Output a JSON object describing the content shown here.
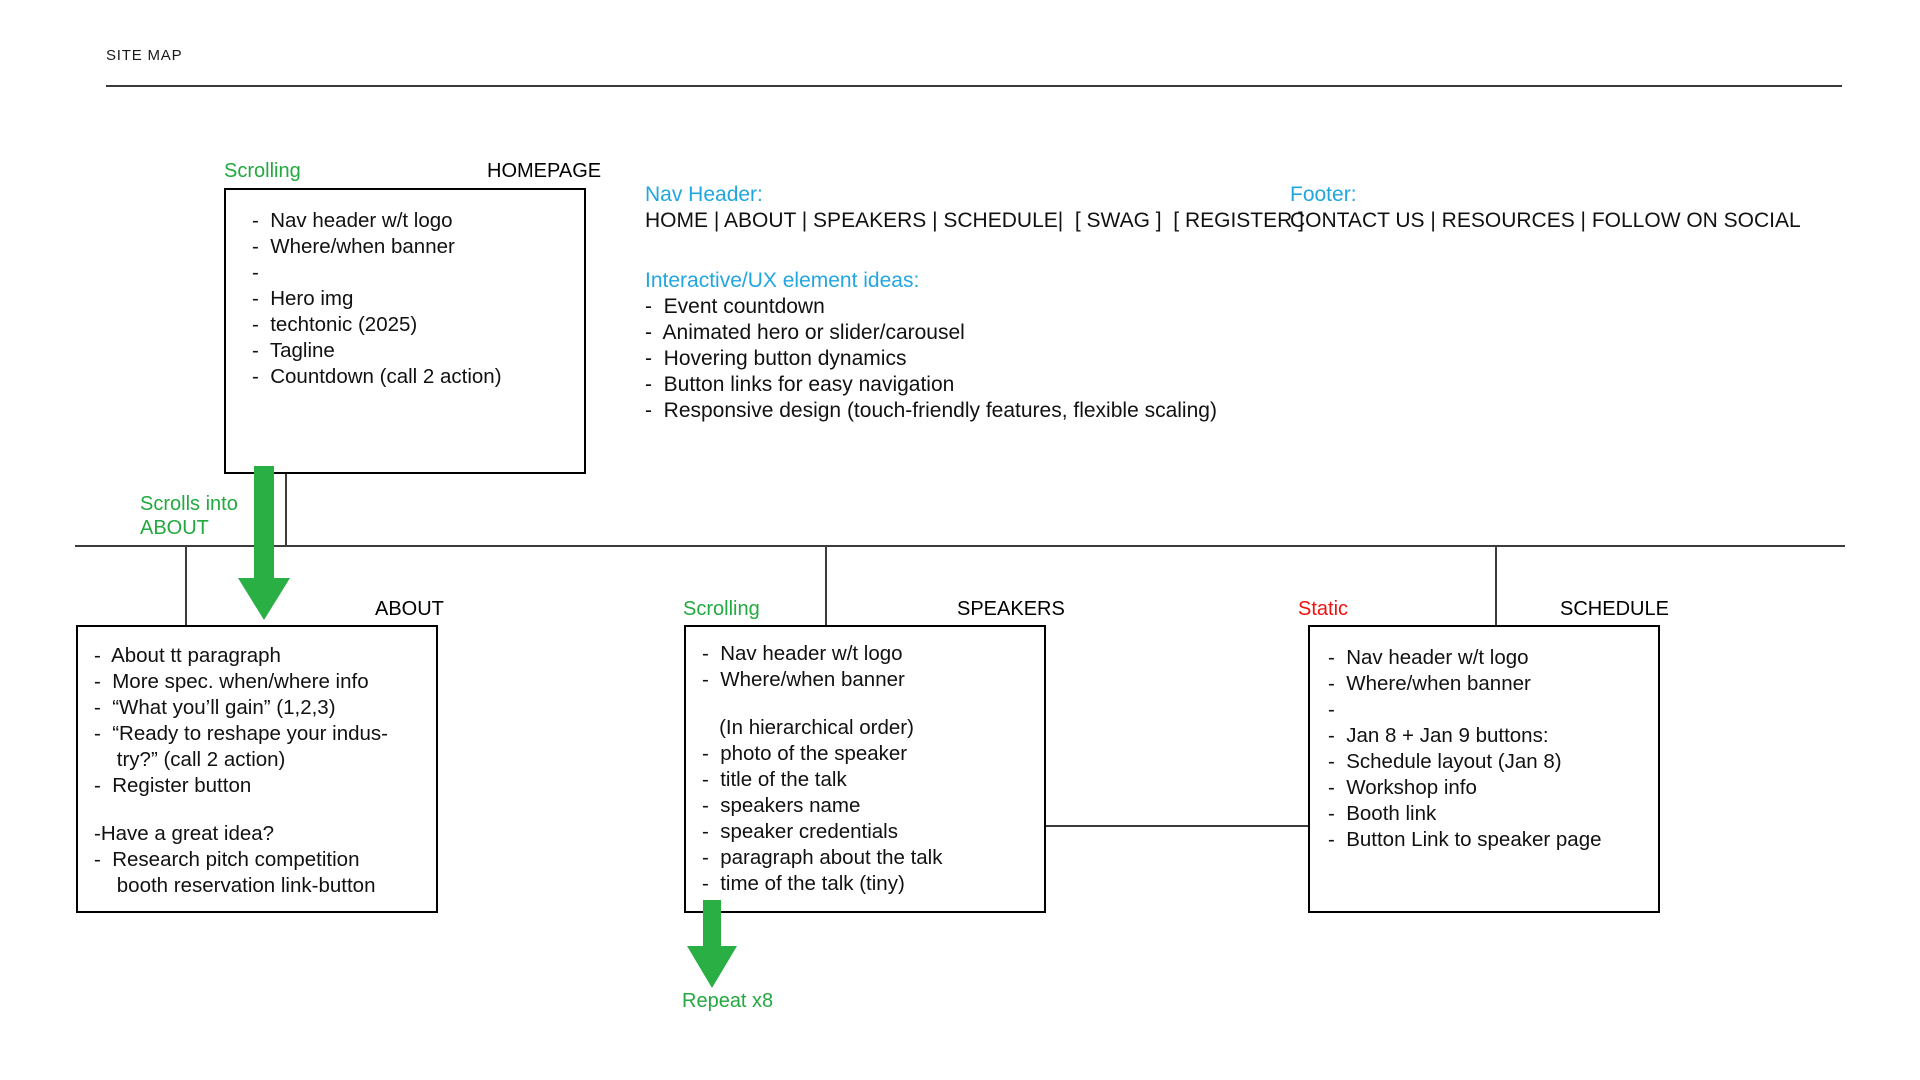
{
  "header": {
    "title": "SITE MAP"
  },
  "homepage": {
    "tag_left": "Scrolling",
    "tag_right": "HOMEPAGE",
    "items": [
      "-  Nav header w/t logo",
      "-  Where/when banner",
      "-",
      "-  Hero img",
      "-  techtonic (2025)",
      "-  Tagline",
      "-  Countdown (call 2 action)"
    ]
  },
  "about": {
    "tag_right": "ABOUT",
    "items": [
      "-  About tt paragraph",
      "-  More spec. when/where info",
      "-  “What you’ll gain” (1,2,3)",
      "-  “Ready to reshape your indus-",
      "    try?” (call 2 action)",
      "-  Register button",
      "",
      "-Have a great idea?",
      "-  Research pitch competition",
      "    booth reservation link-button"
    ]
  },
  "speakers": {
    "tag_left": "Scrolling",
    "tag_right": "SPEAKERS",
    "items": [
      "-  Nav header w/t logo",
      "-  Where/when banner",
      "",
      "   (In hierarchical order)",
      "-  photo of the speaker",
      "-  title of the talk",
      "-  speakers name",
      "-  speaker credentials",
      "-  paragraph about the talk",
      "-  time of the talk (tiny)"
    ]
  },
  "schedule": {
    "tag_left": "Static",
    "tag_right": "SCHEDULE",
    "items": [
      "-  Nav header w/t logo",
      "-  Where/when banner",
      "-",
      "-  Jan 8 + Jan 9 buttons:",
      "-  Schedule layout (Jan 8)",
      "-  Workshop info",
      "-  Booth link",
      "-  Button Link to speaker page"
    ]
  },
  "nav_note": {
    "heading": "Nav Header:",
    "value": "HOME | ABOUT | SPEAKERS | SCHEDULE|  [ SWAG ]  [ REGISTER ]"
  },
  "footer_note": {
    "heading": "Footer:",
    "value": "CONTACT US | RESOURCES | FOLLOW ON SOCIAL"
  },
  "ux_note": {
    "heading": "Interactive/UX element ideas:",
    "items": [
      "-  Event countdown",
      "-  Animated hero or slider/carousel",
      "-  Hovering button dynamics",
      "-  Button links for easy navigation",
      "-  Responsive design (touch-friendly features, flexible scaling)"
    ]
  },
  "annotations": {
    "scrolls_into_about": "Scrolls into\nABOUT",
    "repeat_x8": "Repeat x8"
  },
  "colors": {
    "green": "#22a93f",
    "blue": "#22a6e0",
    "red": "#ee1111",
    "line": "#3c3c3c",
    "box_border": "#000000"
  }
}
